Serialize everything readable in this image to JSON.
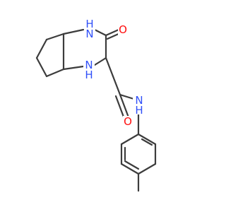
{
  "molecule": {
    "colors": {
      "bond": "#3c3c3c",
      "nitrogen": "#3050f8",
      "oxygen": "#ff0d0d",
      "background": "#ffffff"
    },
    "atoms": {
      "n1": "H\nN",
      "n4": "N\nH",
      "o3": "O",
      "o_amide": "O",
      "n_amide": "N\nH"
    }
  }
}
